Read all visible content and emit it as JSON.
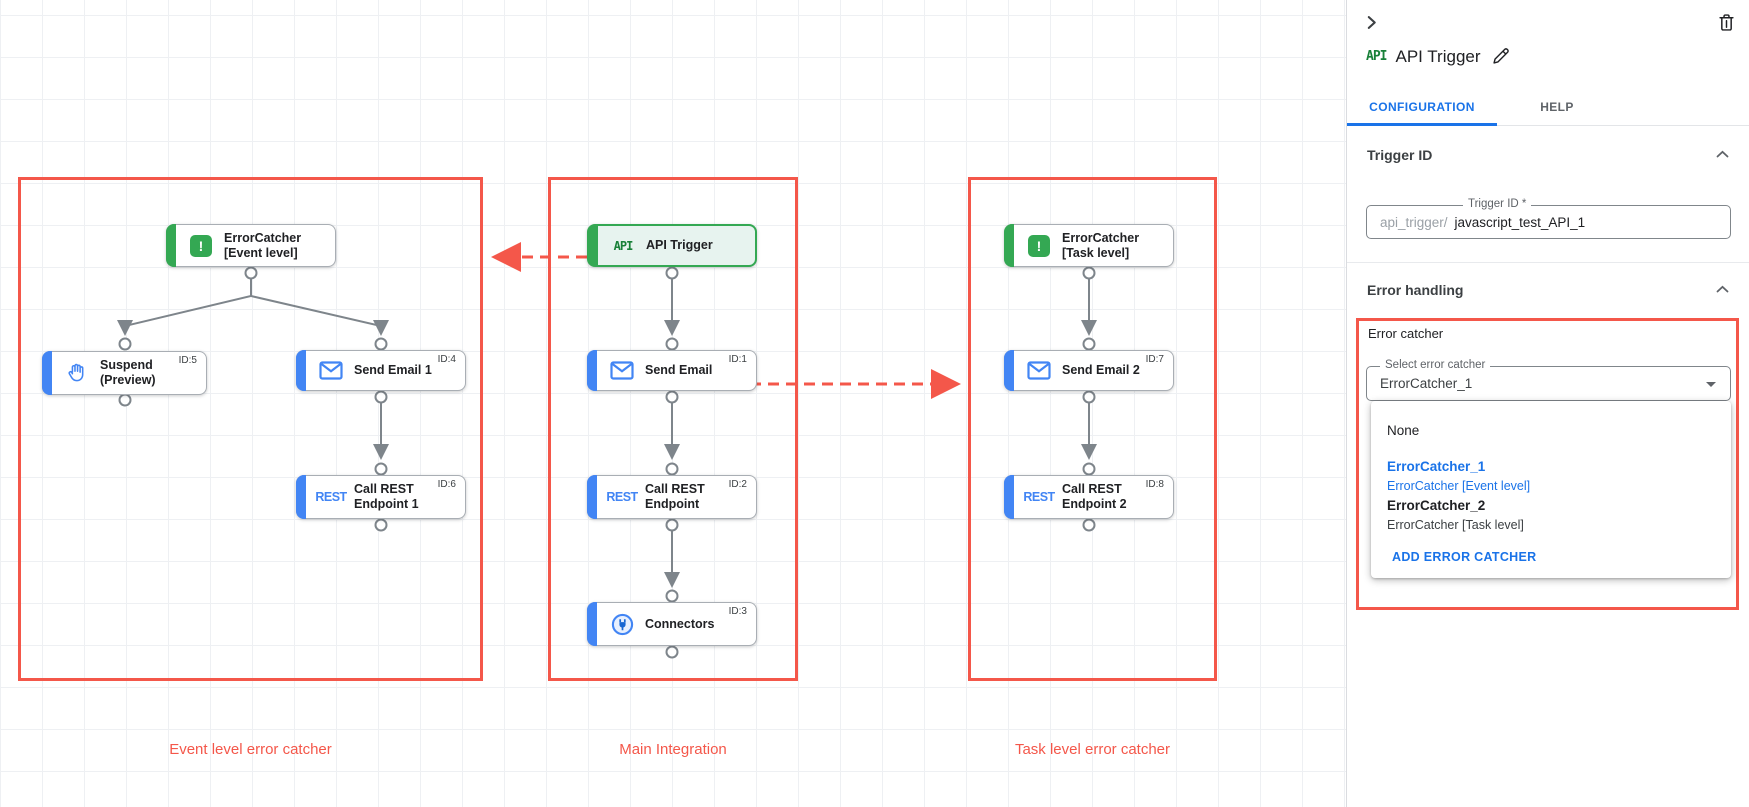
{
  "colors": {
    "highlight_red": "#f4574a",
    "node_blue": "#4285f4",
    "node_green": "#34a853",
    "link_blue": "#1a73e8",
    "api_green": "#188038",
    "error_dot_red": "#e02a1c"
  },
  "canvas": {
    "groups": [
      {
        "label": "Event level error catcher"
      },
      {
        "label": "Main Integration"
      },
      {
        "label": "Task level error catcher"
      }
    ],
    "nodes": [
      {
        "label": "ErrorCatcher [Event level]",
        "badge": ""
      },
      {
        "label": "Suspend (Preview)",
        "badge": "ID:5"
      },
      {
        "label": "Send Email 1",
        "badge": "ID:4"
      },
      {
        "label": "Call REST Endpoint 1",
        "badge": "ID:6"
      },
      {
        "label": "API Trigger",
        "badge": ""
      },
      {
        "label": "Send Email",
        "badge": "ID:1"
      },
      {
        "label": "Call REST Endpoint",
        "badge": "ID:2"
      },
      {
        "label": "Connectors",
        "badge": "ID:3"
      },
      {
        "label": "ErrorCatcher [Task level]",
        "badge": ""
      },
      {
        "label": "Send Email 2",
        "badge": "ID:7"
      },
      {
        "label": "Call REST Endpoint 2",
        "badge": "ID:8"
      }
    ],
    "icon_text": {
      "api": "API",
      "rest": "REST",
      "error_catcher": "!"
    }
  },
  "panel": {
    "header": {
      "badge": "API",
      "title": "API Trigger"
    },
    "tabs": [
      {
        "label": "CONFIGURATION",
        "active": true
      },
      {
        "label": "HELP",
        "active": false
      }
    ],
    "trigger_id": {
      "heading": "Trigger ID",
      "field_label": "Trigger ID *",
      "prefix": "api_trigger/",
      "value": "javascript_test_API_1"
    },
    "error_handling": {
      "heading": "Error handling",
      "group_label": "Error catcher",
      "select_label": "Select error catcher",
      "select_value": "ErrorCatcher_1",
      "options": [
        {
          "name": "None",
          "sub": ""
        },
        {
          "name": "ErrorCatcher_1",
          "sub": "ErrorCatcher [Event level]"
        },
        {
          "name": "ErrorCatcher_2",
          "sub": "ErrorCatcher [Task level]"
        }
      ],
      "add_button": "ADD ERROR CATCHER"
    },
    "icons": {
      "collapse": "chevron-right-icon",
      "delete": "trash-icon",
      "edit": "pencil-icon",
      "section_toggle": "chevron-up-icon",
      "select_open": "caret-down-icon"
    }
  }
}
